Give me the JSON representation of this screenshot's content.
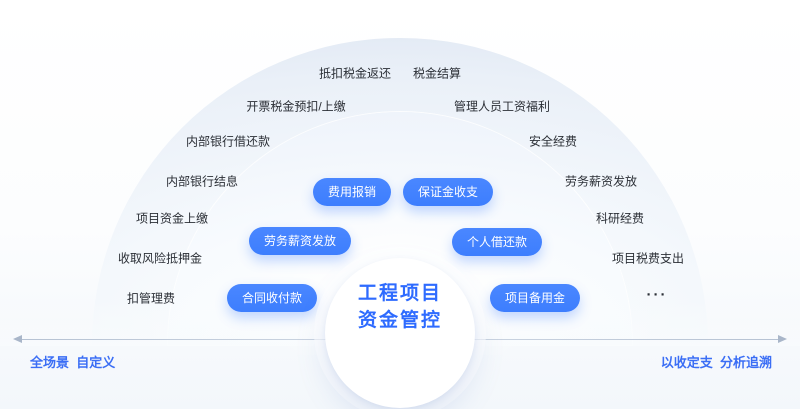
{
  "diagram": {
    "center": {
      "title_line1": "工程项目",
      "title_line2": "资金管控"
    },
    "pills": [
      {
        "label": "费用报销"
      },
      {
        "label": "保证金收支"
      },
      {
        "label": "劳务薪资发放"
      },
      {
        "label": "个人借还款"
      },
      {
        "label": "合同收付款"
      },
      {
        "label": "项目备用金"
      }
    ],
    "arc_labels": [
      {
        "label": "抵扣税金返还"
      },
      {
        "label": "税金结算"
      },
      {
        "label": "开票税金预扣/上缴"
      },
      {
        "label": "管理人员工资福利"
      },
      {
        "label": "内部银行借还款"
      },
      {
        "label": "安全经费"
      },
      {
        "label": "内部银行结息"
      },
      {
        "label": "劳务薪资发放"
      },
      {
        "label": "项目资金上缴"
      },
      {
        "label": "科研经费"
      },
      {
        "label": "收取风险抵押金"
      },
      {
        "label": "项目税费支出"
      },
      {
        "label": "扣管理费"
      },
      {
        "label": "···"
      }
    ],
    "axis": {
      "left_label": "全场景  自定义",
      "right_label": "以收定支  分析追溯"
    },
    "colors": {
      "pill_blue": "#3D7EFE",
      "center_text_blue": "#2E6BFF",
      "axis_label_blue": "#3B6EF5",
      "arc_text": "#2B2F36",
      "dome_fill": "#EAF0F8"
    }
  }
}
